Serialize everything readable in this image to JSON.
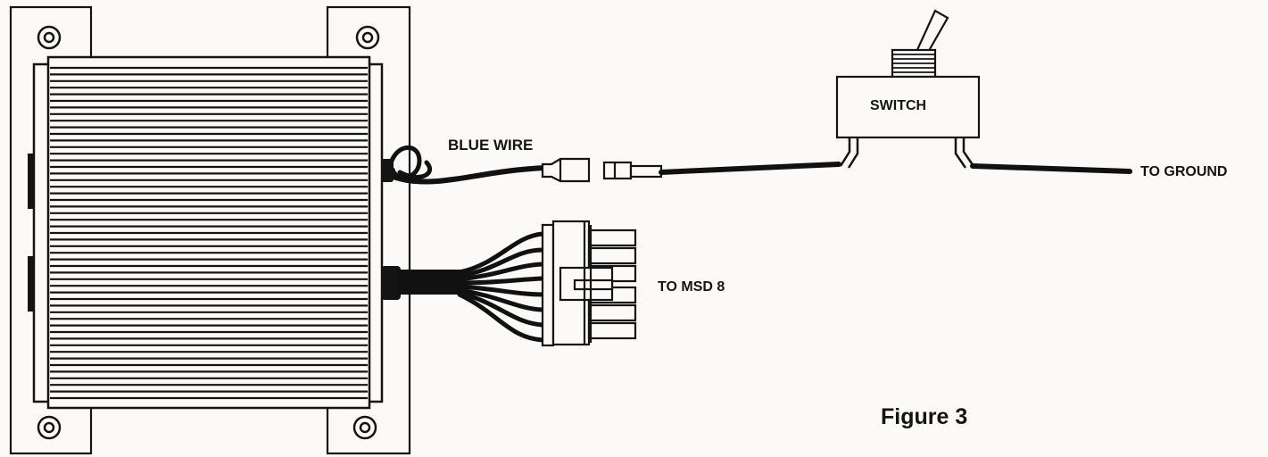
{
  "labels": {
    "blue_wire": "BLUE WIRE",
    "to_ground": "TO GROUND",
    "to_msd": "TO MSD 8",
    "switch": "SWITCH",
    "figure": "Figure 3"
  },
  "colors": {
    "ink": "#141414",
    "paper": "#fbfaf8",
    "wire": "#111111"
  },
  "icons": {
    "mounting_hole": "concentric-circle-icon",
    "toggle_switch": "toggle-switch-icon"
  }
}
